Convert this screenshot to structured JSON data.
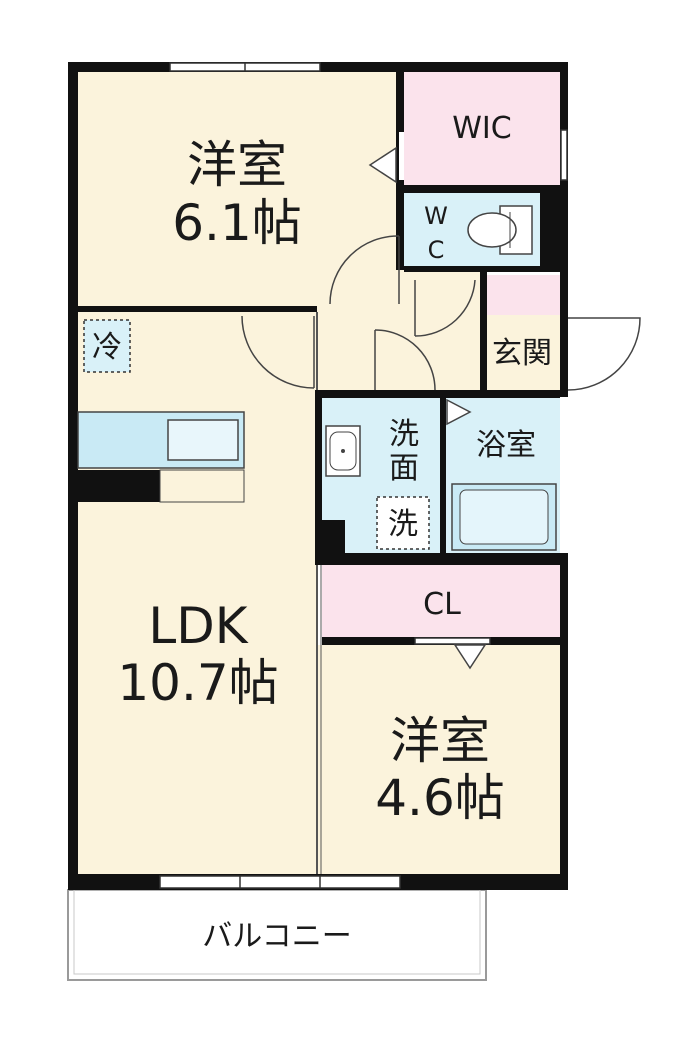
{
  "rooms": {
    "bedroom_north": {
      "name": "洋室",
      "size": "6.1帖"
    },
    "wic": {
      "name": "WIC"
    },
    "wc": {
      "line1": "W",
      "line2": "C"
    },
    "genkan": {
      "name": "玄関"
    },
    "senmen": {
      "line1": "洗",
      "line2": "面"
    },
    "bath": {
      "name": "浴室"
    },
    "ldk": {
      "name": "LDK",
      "size": "10.7帖"
    },
    "closet": {
      "name": "CL"
    },
    "bedroom_south": {
      "name": "洋室",
      "size": "4.6帖"
    },
    "balcony": {
      "name": "バルコニー"
    }
  },
  "appliances": {
    "fridge": "冷",
    "washer": "洗"
  },
  "colors": {
    "room_floor": "#fbf3dc",
    "storage": "#fbe3ec",
    "wet_area": "#d9f1f8",
    "wall": "#111111",
    "window": "#ffffff"
  }
}
